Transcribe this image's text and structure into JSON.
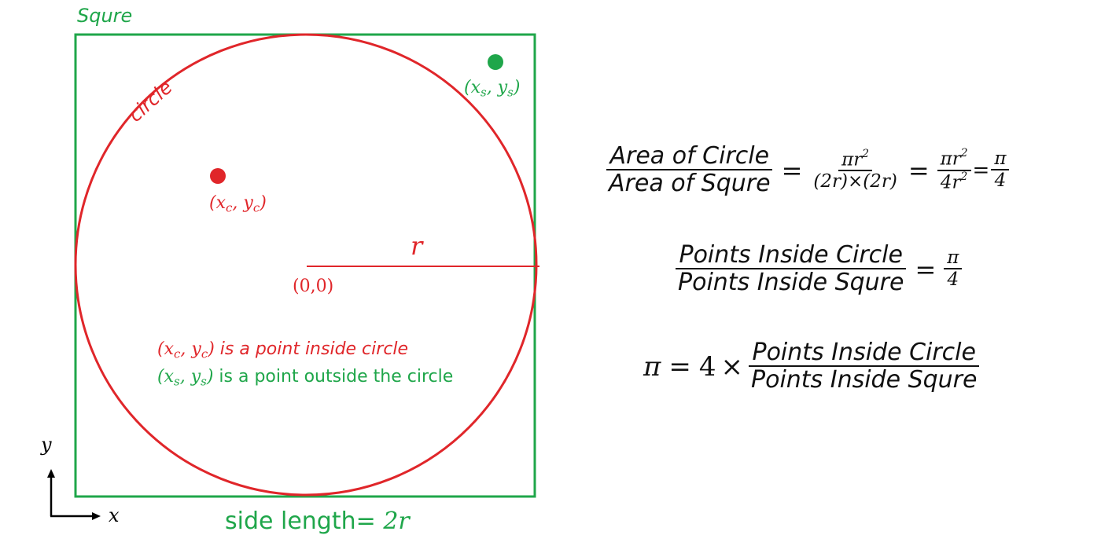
{
  "colors": {
    "square": "#1fa64a",
    "circle": "#e0262a",
    "text": "#111111"
  },
  "diagram": {
    "square_label": "Squre",
    "circle_label": "circle",
    "radius_label": "r",
    "origin_label": "(0,0)",
    "point_inside": {
      "x": "x",
      "x_sub": "c",
      "y": "y",
      "y_sub": "c"
    },
    "point_outside": {
      "x": "x",
      "x_sub": "s",
      "y": "y",
      "y_sub": "s"
    },
    "note_inside": "is a point inside circle",
    "note_outside": "is a point outside the circle",
    "side_length_text": "side length=",
    "side_length_value": "2r",
    "axis_x": "x",
    "axis_y": "y"
  },
  "equations": {
    "eq1": {
      "num": "Area of Circle",
      "den": "Area of Squre",
      "f2_num": "πr",
      "f2_den": "(2r)×(2r)",
      "f3_num": "πr",
      "f3_den": "4r",
      "exp": "2",
      "f4_num": "π",
      "f4_den": "4"
    },
    "eq2": {
      "num": "Points Inside Circle",
      "den": "Points Inside Squre",
      "rhs_num": "π",
      "rhs_den": "4"
    },
    "eq3": {
      "lhs": "π",
      "factor": "4",
      "times": "×",
      "num": "Points Inside Circle",
      "den": "Points Inside Squre"
    },
    "equals": "="
  }
}
